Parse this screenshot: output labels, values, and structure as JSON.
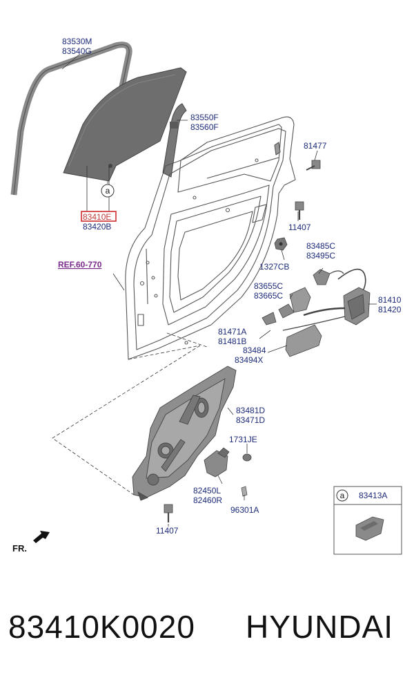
{
  "labels": {
    "p83530m": "83530M",
    "p83540g": "83540G",
    "p83550f": "83550F",
    "p83560f": "83560F",
    "p81477": "81477",
    "p11407a": "11407",
    "p1327cb": "1327CB",
    "p83485c": "83485C",
    "p83495c": "83495C",
    "p83410e": "83410E",
    "p83420b": "83420B",
    "ref": "REF.60-770",
    "p83655c": "83655C",
    "p83665c": "83665C",
    "p81410": "81410",
    "p81420": "81420",
    "p81471a": "81471A",
    "p81481b": "81481B",
    "p83484": "83484",
    "p83494x": "83494X",
    "p83481d": "83481D",
    "p83471d": "83471D",
    "p1731je": "1731JE",
    "p82450l": "82450L",
    "p82460r": "82460R",
    "p96301a": "96301A",
    "p11407b": "11407",
    "fr": "FR.",
    "callout_a": "a",
    "inset_a": "a",
    "inset_part": "83413A"
  },
  "footer": {
    "part_number": "83410K0020",
    "brand": "HYUNDAI"
  },
  "colors": {
    "label": "#1c2a7a",
    "highlight": "#c23a3a",
    "reference": "#7a2a8a"
  }
}
